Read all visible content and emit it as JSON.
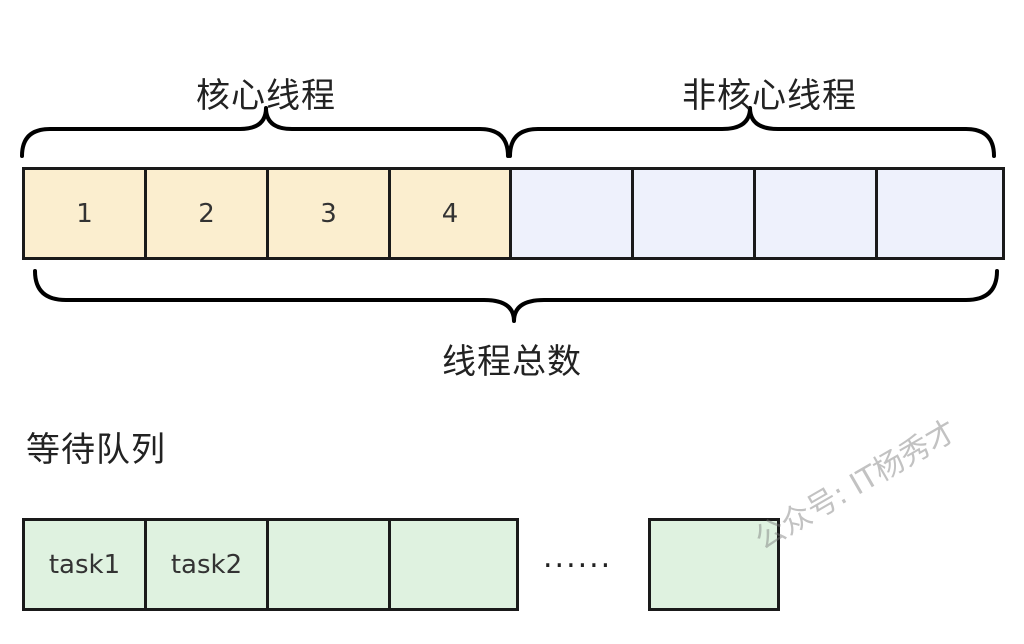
{
  "labels": {
    "core_threads": "核心线程",
    "noncore_threads": "非核心线程",
    "total_threads": "线程总数",
    "wait_queue": "等待队列",
    "ellipsis": "......",
    "watermark": "公众号: IT杨秀才"
  },
  "pool_cells": [
    {
      "label": "1",
      "kind": "core"
    },
    {
      "label": "2",
      "kind": "core"
    },
    {
      "label": "3",
      "kind": "core"
    },
    {
      "label": "4",
      "kind": "core"
    },
    {
      "label": "",
      "kind": "noncore"
    },
    {
      "label": "",
      "kind": "noncore"
    },
    {
      "label": "",
      "kind": "noncore"
    },
    {
      "label": "",
      "kind": "noncore"
    }
  ],
  "queue_cells": [
    {
      "label": "task1"
    },
    {
      "label": "task2"
    },
    {
      "label": ""
    },
    {
      "label": ""
    },
    {
      "label": ""
    }
  ],
  "colors": {
    "core": "#fbeecf",
    "noncore": "#eef1fc",
    "queue": "#dff2e0"
  }
}
